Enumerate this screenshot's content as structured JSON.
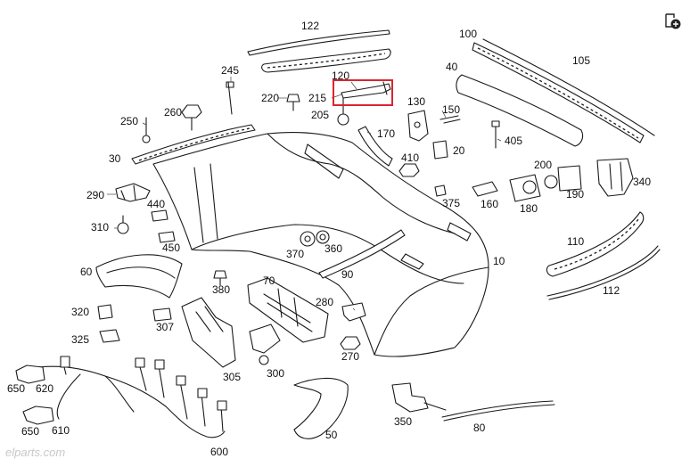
{
  "labels": {
    "l122": "122",
    "l100": "100",
    "l105": "105",
    "l40": "40",
    "l245": "245",
    "l120": "120",
    "l220": "220",
    "l215": "215",
    "l205": "205",
    "l130": "130",
    "l150": "150",
    "l250": "250",
    "l260": "260",
    "l170": "170",
    "l405": "405",
    "l20": "20",
    "l410": "410",
    "l30": "30",
    "l200": "200",
    "l340": "340",
    "l290": "290",
    "l440": "440",
    "l375": "375",
    "l160": "160",
    "l180": "180",
    "l190": "190",
    "l310": "310",
    "l450": "450",
    "l370": "370",
    "l360": "360",
    "l110": "110",
    "l10": "10",
    "l60": "60",
    "l90": "90",
    "l380": "380",
    "l70": "70",
    "l112": "112",
    "l280": "280",
    "l320": "320",
    "l307": "307",
    "l325": "325",
    "l270": "270",
    "l300": "300",
    "l305": "305",
    "l650a": "650",
    "l620": "620",
    "l610": "610",
    "l650b": "650",
    "l350": "350",
    "l50": "50",
    "l600": "600",
    "l80": "80"
  },
  "watermark": "elparts.com",
  "icons": {
    "add": "add-to-list-icon"
  },
  "colors": {
    "highlight": "#d9262c",
    "stroke": "#1a1a1a"
  }
}
